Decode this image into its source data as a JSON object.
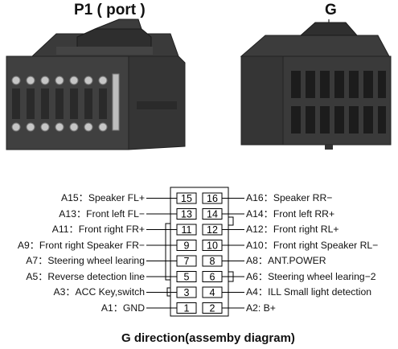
{
  "header": {
    "p1_label": "P1 ( port )",
    "g_label": "G"
  },
  "connector_pins": [
    {
      "left_pin": "15",
      "right_pin": "16",
      "left_label": "A15：Speaker  FL+",
      "right_label": "A16：Speaker   RR−"
    },
    {
      "left_pin": "13",
      "right_pin": "14",
      "left_label": "A13：Front left   FL−",
      "right_label": "A14：Front left   RR+"
    },
    {
      "left_pin": "11",
      "right_pin": "12",
      "left_label": "A11：Front right   FR+",
      "right_label": "A12：Front right   RL+"
    },
    {
      "left_pin": "9",
      "right_pin": "10",
      "left_label": "A9：Front right Speaker   FR−",
      "right_label": "A10：Front right Speaker   RL−"
    },
    {
      "left_pin": "7",
      "right_pin": "8",
      "left_label": "A7：Steering wheel learing",
      "right_label": "A8：ANT.POWER"
    },
    {
      "left_pin": "5",
      "right_pin": "6",
      "left_label": "A5：Reverse detection line",
      "right_label": "A6：Steering wheel learing−2"
    },
    {
      "left_pin": "3",
      "right_pin": "4",
      "left_label": "A3：ACC Key,switch",
      "right_label": "A4：ILL    Small light detection"
    },
    {
      "left_pin": "1",
      "right_pin": "2",
      "left_label": "A1：GND",
      "right_label": "A2: B+"
    }
  ],
  "caption": "G direction(assemby diagram)",
  "colors": {
    "housing_dark": "#2b2b2b",
    "housing_mid": "#4a4a4a",
    "housing_light": "#6a6a6a",
    "terminal_silver": "#c9c9c9",
    "line": "#000000"
  }
}
